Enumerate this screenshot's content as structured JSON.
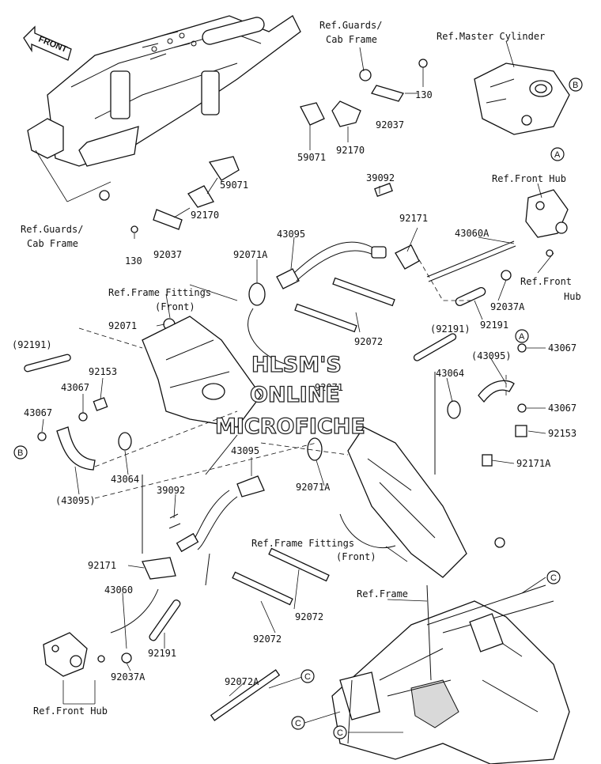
{
  "front_arrow": "FRONT",
  "labels": {
    "ref_guards_cab_top_1": "Ref.Guards/",
    "ref_guards_cab_top_2": "Cab Frame",
    "ref_master_cylinder": "Ref.Master Cylinder",
    "p130_top": "130",
    "p92037_top": "92037",
    "p59071_top": "59071",
    "p92170_top": "92170",
    "p39092_top": "39092",
    "ref_front_hub_top": "Ref.Front Hub",
    "ref_front_hub_right_1": "Ref.Front",
    "ref_front_hub_right_2": "Hub",
    "p92171_top": "92171",
    "p43060A": "43060A",
    "p92037A_right": "92037A",
    "p92191_mid": "92191",
    "p43095_mid": "43095",
    "p92071A_mid": "92071A",
    "p59071_left": "59071",
    "p92170_left": "92170",
    "p92037_left": "92037",
    "p130_left": "130",
    "ref_guards_cab_left_1": "Ref.Guards/",
    "ref_guards_cab_left_2": "Cab Frame",
    "ref_frame_fittings_1": "Ref.Frame Fittings",
    "ref_frame_fittings_2": "(Front)",
    "p92071_left": "92071",
    "p92072_mid": "92072",
    "p92191_paren_left": "(92191)",
    "p92191_paren_right": "(92191)",
    "p43095_paren_right": "(43095)",
    "p43067_r1": "43067",
    "p92153_left": "92153",
    "p43067_l1": "43067",
    "p43064_right": "43064",
    "p43067_r2": "43067",
    "p43067_l2": "43067",
    "p92153_right": "92153",
    "p92071_center": "92071",
    "p43064_left": "43064",
    "p92171A": "92171A",
    "p43095_paren_left": "(43095)",
    "p43095_low": "43095",
    "p92071A_low": "92071A",
    "p39092_low": "39092",
    "ref_frame_fittings_low_1": "Ref.Frame Fittings",
    "ref_frame_fittings_low_2": "(Front)",
    "p92171_low": "92171",
    "p43060": "43060",
    "p92072_low1": "92072",
    "p92072_low2": "92072",
    "ref_frame": "Ref.Frame",
    "p92191_low": "92191",
    "p92037A_low": "92037A",
    "ref_front_hub_bottom": "Ref.Front Hub",
    "p92072A": "92072A"
  },
  "callouts": {
    "a": "A",
    "b": "B",
    "c": "C"
  },
  "watermark": [
    "HLSM'S",
    "ONLINE",
    "MICROFICHE"
  ]
}
